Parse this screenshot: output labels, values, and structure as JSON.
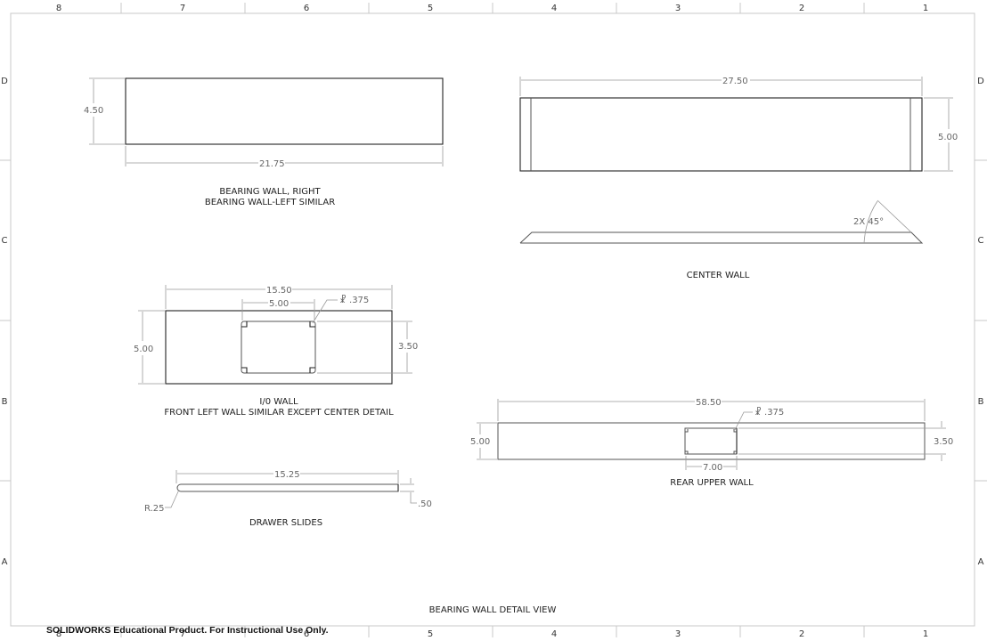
{
  "sheet": {
    "title": "BEARING WALL DETAIL VIEW",
    "watermark": "SOLIDWORKS Educational Product. For Instructional Use Only.",
    "zones_top": [
      "8",
      "7",
      "6",
      "5",
      "4",
      "3",
      "2",
      "1"
    ],
    "zones_side": [
      "D",
      "C",
      "B",
      "A"
    ]
  },
  "views": {
    "bearing_wall": {
      "caption_line1": "BEARING WALL, RIGHT",
      "caption_line2": "BEARING WALL-LEFT SIMILAR",
      "width_dim": "21.75",
      "height_dim": "4.50"
    },
    "center_wall": {
      "caption": "CENTER WALL",
      "width_dim": "27.50",
      "height_dim": "5.00",
      "angle_dim": "2X 45°"
    },
    "io_wall": {
      "caption_line1": "I/0 WALL",
      "caption_line2": "FRONT LEFT WALL SIMILAR EXCEPT CENTER DETAIL",
      "width_dim": "15.50",
      "cutout_width_dim": "5.00",
      "height_dim": "5.00",
      "cutout_height_dim": "3.50",
      "depth_callout": "☧ .375"
    },
    "rear_upper_wall": {
      "caption": "REAR UPPER WALL",
      "width_dim": "58.50",
      "height_dim": "5.00",
      "cutout_height_dim": "3.50",
      "cutout_width_dim": "7.00",
      "depth_callout": "☧ .375"
    },
    "drawer_slides": {
      "caption": "DRAWER SLIDES",
      "width_dim": "15.25",
      "thickness_dim": ".50",
      "radius_dim": "R.25"
    }
  }
}
